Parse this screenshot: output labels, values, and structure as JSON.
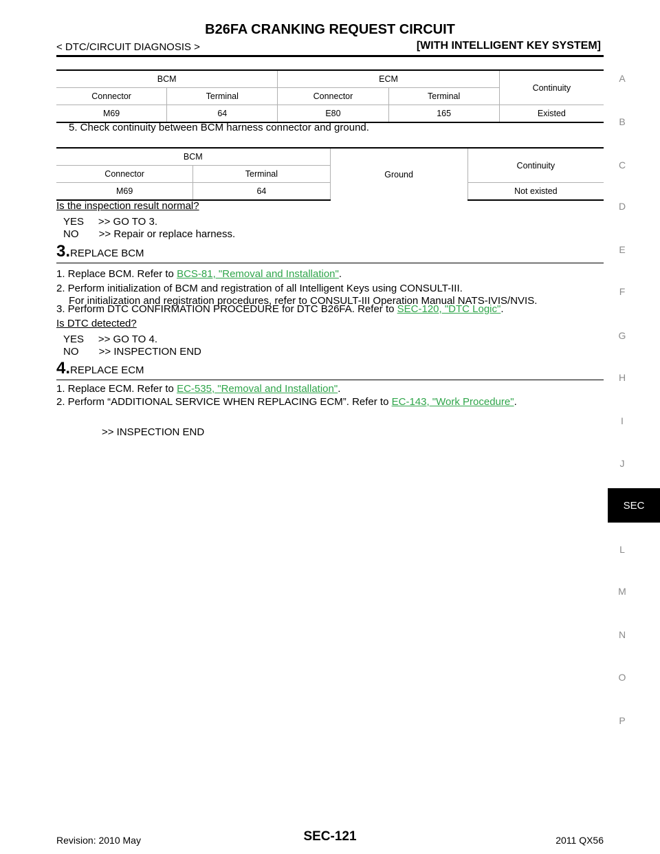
{
  "header": {
    "title": "B26FA CRANKING REQUEST CIRCUIT",
    "section": "< DTC/CIRCUIT DIAGNOSIS >",
    "variant": "[WITH INTELLIGENT KEY SYSTEM]"
  },
  "side_index": {
    "letters": [
      "A",
      "B",
      "C",
      "D",
      "E",
      "F",
      "G",
      "H",
      "I",
      "J",
      "L",
      "M",
      "N",
      "O",
      "P"
    ],
    "active_tab": "SEC"
  },
  "table1": {
    "bcm": "BCM",
    "ecm": "ECM",
    "continuity": "Continuity",
    "connector1": "Connector",
    "terminal1": "Terminal",
    "connector2": "Connector",
    "terminal2": "Terminal",
    "row": {
      "bcm_connector": "M69",
      "bcm_terminal": "64",
      "ecm_connector": "E80",
      "ecm_terminal": "165",
      "continuity": "Existed"
    }
  },
  "step2_item5": "5. Check continuity between BCM harness connector and ground.",
  "table2": {
    "bcm": "BCM",
    "ground": "Ground",
    "continuity": "Continuity",
    "connector": "Connector",
    "terminal": "Terminal",
    "row": {
      "connector": "M69",
      "terminal": "64",
      "continuity": "Not existed"
    }
  },
  "question1": "Is the inspection result normal?",
  "answer1_yes": "YES     >> GO TO 3.",
  "answer1_no": "NO       >> Repair or replace harness.",
  "step3": {
    "number": "3.",
    "title": "REPLACE BCM",
    "item1_prefix": "1. Replace BCM. Refer to ",
    "item1_link": "BCS-81, \"Removal and Installation\"",
    "item1_suffix": ".",
    "item2_line1": "2. Perform initialization of BCM and registration of all Intelligent Keys using CONSULT-III.",
    "item2_line2": "For initialization and registration procedures, refer to CONSULT-III Operation Manual NATS-IVIS/NVIS.",
    "item3_prefix": "3. Perform DTC CONFIRMATION PROCEDURE for DTC B26FA. Refer to ",
    "item3_link": "SEC-120, \"DTC Logic\"",
    "item3_suffix": ".",
    "question": "Is DTC detected?",
    "yes": "YES     >> GO TO 4.",
    "no": "NO       >> INSPECTION END"
  },
  "step4": {
    "number": "4.",
    "title": "REPLACE ECM",
    "item1_prefix": "1. Replace ECM. Refer to ",
    "item1_link": "EC-535, \"Removal and Installation\"",
    "item1_suffix": ".",
    "item2_prefix": "2. Perform “ADDITIONAL SERVICE WHEN REPLACING ECM”. Refer to ",
    "item2_link": "EC-143, \"Work Procedure\"",
    "item2_suffix": ".",
    "end": ">> INSPECTION END"
  },
  "footer": {
    "revision": "Revision: 2010 May",
    "page": "SEC-121",
    "model": "2011 QX56"
  },
  "colors": {
    "link": "#2fa54a",
    "side_letter": "#8a8a8a",
    "tab_bg": "#000000"
  }
}
